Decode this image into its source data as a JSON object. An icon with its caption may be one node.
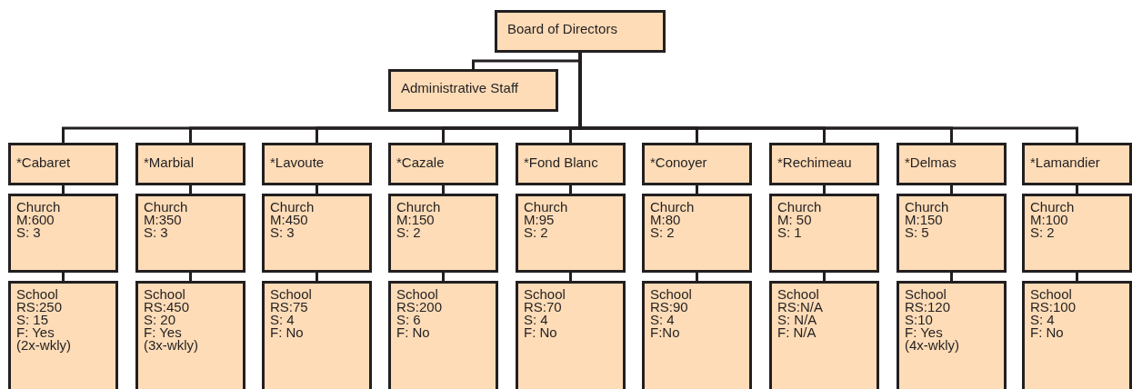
{
  "diagram": {
    "nodes": [
      {
        "text": [
          "Board of Directors"
        ]
      },
      {
        "text": [
          "Administrative Staff"
        ]
      },
      {
        "text": [
          "*Cabaret"
        ]
      },
      {
        "text": [
          "*Marbial"
        ]
      },
      {
        "text": [
          "*Lavoute"
        ]
      },
      {
        "text": [
          "*Cazale"
        ]
      },
      {
        "text": [
          "*Fond Blanc"
        ]
      },
      {
        "text": [
          "*Conoyer"
        ]
      },
      {
        "text": [
          "*Rechimeau"
        ]
      },
      {
        "text": [
          "*Delmas"
        ]
      },
      {
        "text": [
          "*Lamandier"
        ]
      },
      {
        "text": [
          "Church",
          "M:600",
          "S: 3"
        ]
      },
      {
        "text": [
          "Church",
          "M:350",
          "S: 3"
        ]
      },
      {
        "text": [
          "Church",
          "M:450",
          "S: 3"
        ]
      },
      {
        "text": [
          "Church",
          "M:150",
          "S: 2"
        ]
      },
      {
        "text": [
          "Church",
          "M:95",
          "S: 2"
        ]
      },
      {
        "text": [
          "Church",
          "M:80",
          "S: 2"
        ]
      },
      {
        "text": [
          "Church",
          "M: 50",
          "S: 1"
        ]
      },
      {
        "text": [
          "Church",
          "M:150",
          "S: 5"
        ]
      },
      {
        "text": [
          "Church",
          "M:100",
          "S: 2"
        ]
      },
      {
        "text": [
          "School",
          "RS:250",
          "S: 15",
          "F: Yes",
          "(2x-wkly)"
        ]
      },
      {
        "text": [
          "School",
          "RS:450",
          "S: 20",
          "F: Yes",
          "(3x-wkly)"
        ]
      },
      {
        "text": [
          "School",
          "RS:75",
          "S: 4",
          "F: No"
        ]
      },
      {
        "text": [
          "School",
          "RS:200",
          "S: 6",
          "F: No"
        ]
      },
      {
        "text": [
          "School",
          "RS:70",
          "S: 4",
          "F: No"
        ]
      },
      {
        "text": [
          "School",
          "RS:90",
          "S: 4",
          "F:No"
        ]
      },
      {
        "text": [
          "School",
          "RS:N/A",
          "S: N/A",
          "F: N/A"
        ]
      },
      {
        "text": [
          "School",
          "RS:120",
          "S:10",
          "F: Yes",
          "(4x-wkly)"
        ]
      },
      {
        "text": [
          "School",
          "RS:100",
          "S: 4",
          "F: No"
        ]
      }
    ],
    "edges": [
      {
        "from": 0,
        "to": 1,
        "arrow": "none"
      },
      {
        "from": 0,
        "to": 2,
        "arrow": "none"
      },
      {
        "from": 0,
        "to": 3,
        "arrow": "none"
      },
      {
        "from": 0,
        "to": 4,
        "arrow": "none"
      },
      {
        "from": 0,
        "to": 5,
        "arrow": "none"
      },
      {
        "from": 0,
        "to": 6,
        "arrow": "none"
      },
      {
        "from": 0,
        "to": 7,
        "arrow": "none"
      },
      {
        "from": 0,
        "to": 8,
        "arrow": "none"
      },
      {
        "from": 0,
        "to": 9,
        "arrow": "none"
      },
      {
        "from": 0,
        "to": 10,
        "arrow": "none"
      },
      {
        "from": 2,
        "to": 11,
        "arrow": "none"
      },
      {
        "from": 3,
        "to": 12,
        "arrow": "none"
      },
      {
        "from": 4,
        "to": 13,
        "arrow": "none"
      },
      {
        "from": 5,
        "to": 14,
        "arrow": "none"
      },
      {
        "from": 6,
        "to": 15,
        "arrow": "none"
      },
      {
        "from": 7,
        "to": 16,
        "arrow": "none"
      },
      {
        "from": 8,
        "to": 17,
        "arrow": "none"
      },
      {
        "from": 9,
        "to": 18,
        "arrow": "none"
      },
      {
        "from": 10,
        "to": 19,
        "arrow": "none"
      },
      {
        "from": 11,
        "to": 20,
        "arrow": "none"
      },
      {
        "from": 12,
        "to": 21,
        "arrow": "none"
      },
      {
        "from": 13,
        "to": 22,
        "arrow": "none"
      },
      {
        "from": 14,
        "to": 23,
        "arrow": "none"
      },
      {
        "from": 15,
        "to": 24,
        "arrow": "none"
      },
      {
        "from": 16,
        "to": 25,
        "arrow": "none"
      },
      {
        "from": 17,
        "to": 26,
        "arrow": "none"
      },
      {
        "from": 18,
        "to": 27,
        "arrow": "none"
      },
      {
        "from": 19,
        "to": 28,
        "arrow": "none"
      }
    ]
  }
}
